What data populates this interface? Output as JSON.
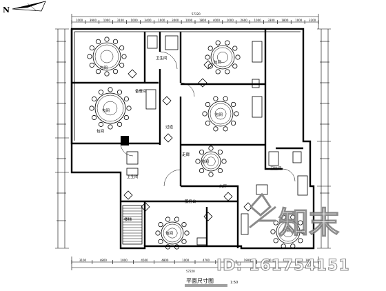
{
  "north_arrow": {
    "label": "N"
  },
  "top_dims": {
    "total": "57220",
    "segments": [
      "1000",
      "3900",
      "1000",
      "3100",
      "1000",
      "3400",
      "1000",
      "3000",
      "1000",
      "1800",
      "4000",
      "1000",
      "2600",
      "1000",
      "3300",
      "1800",
      "1000",
      "3200"
    ]
  },
  "bottom_dims": {
    "total": "57220",
    "segments": [
      "3100",
      "4800",
      "1000",
      "4500",
      "4800",
      "1000",
      "4700",
      "1800",
      "1900",
      "4500",
      "1600",
      "1800"
    ]
  },
  "room_labels": [
    "包间",
    "包间",
    "包间",
    "包间",
    "包间",
    "包间",
    "包间",
    "包间",
    "卫生间",
    "卫生间",
    "卫生间",
    "备餐间",
    "过道",
    "走廊",
    "大厅",
    "服务台",
    "楼梯"
  ],
  "title": {
    "text": "平面尺寸图",
    "scale": "1:50"
  },
  "watermark": {
    "brand": "知末",
    "id": "ID: 161754151"
  }
}
